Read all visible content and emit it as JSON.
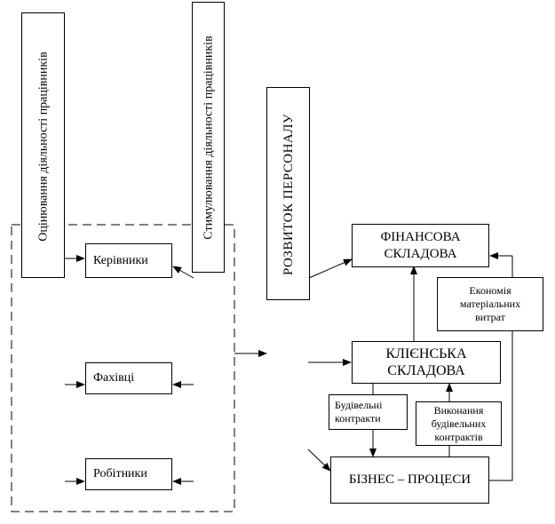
{
  "vertical_labels": {
    "evaluation": "Оцінювання діяльності працівників",
    "stimulation": "Стимулювання діяльності працівників",
    "development": "РОЗВИТОК ПЕРСОНАЛУ"
  },
  "staff": {
    "managers": "Керівники",
    "specialists": "Фахівці",
    "workers": "Робітники"
  },
  "financial": {
    "line1": "ФІНАНСОВА",
    "line2": "СКЛАДОВА"
  },
  "client": {
    "line1": "КЛІЄНСЬКА",
    "line2": "СКЛАДОВА"
  },
  "business": "БІЗНЕС – ПРОЦЕСИ",
  "economy": {
    "line1": "Економія",
    "line2": "матеріальних",
    "line3": "витрат"
  },
  "construction_contracts": {
    "line1": "Будівельні",
    "line2": "контракти"
  },
  "execution": {
    "line1": "Виконання",
    "line2": "будівельних",
    "line3": "контрактів"
  }
}
